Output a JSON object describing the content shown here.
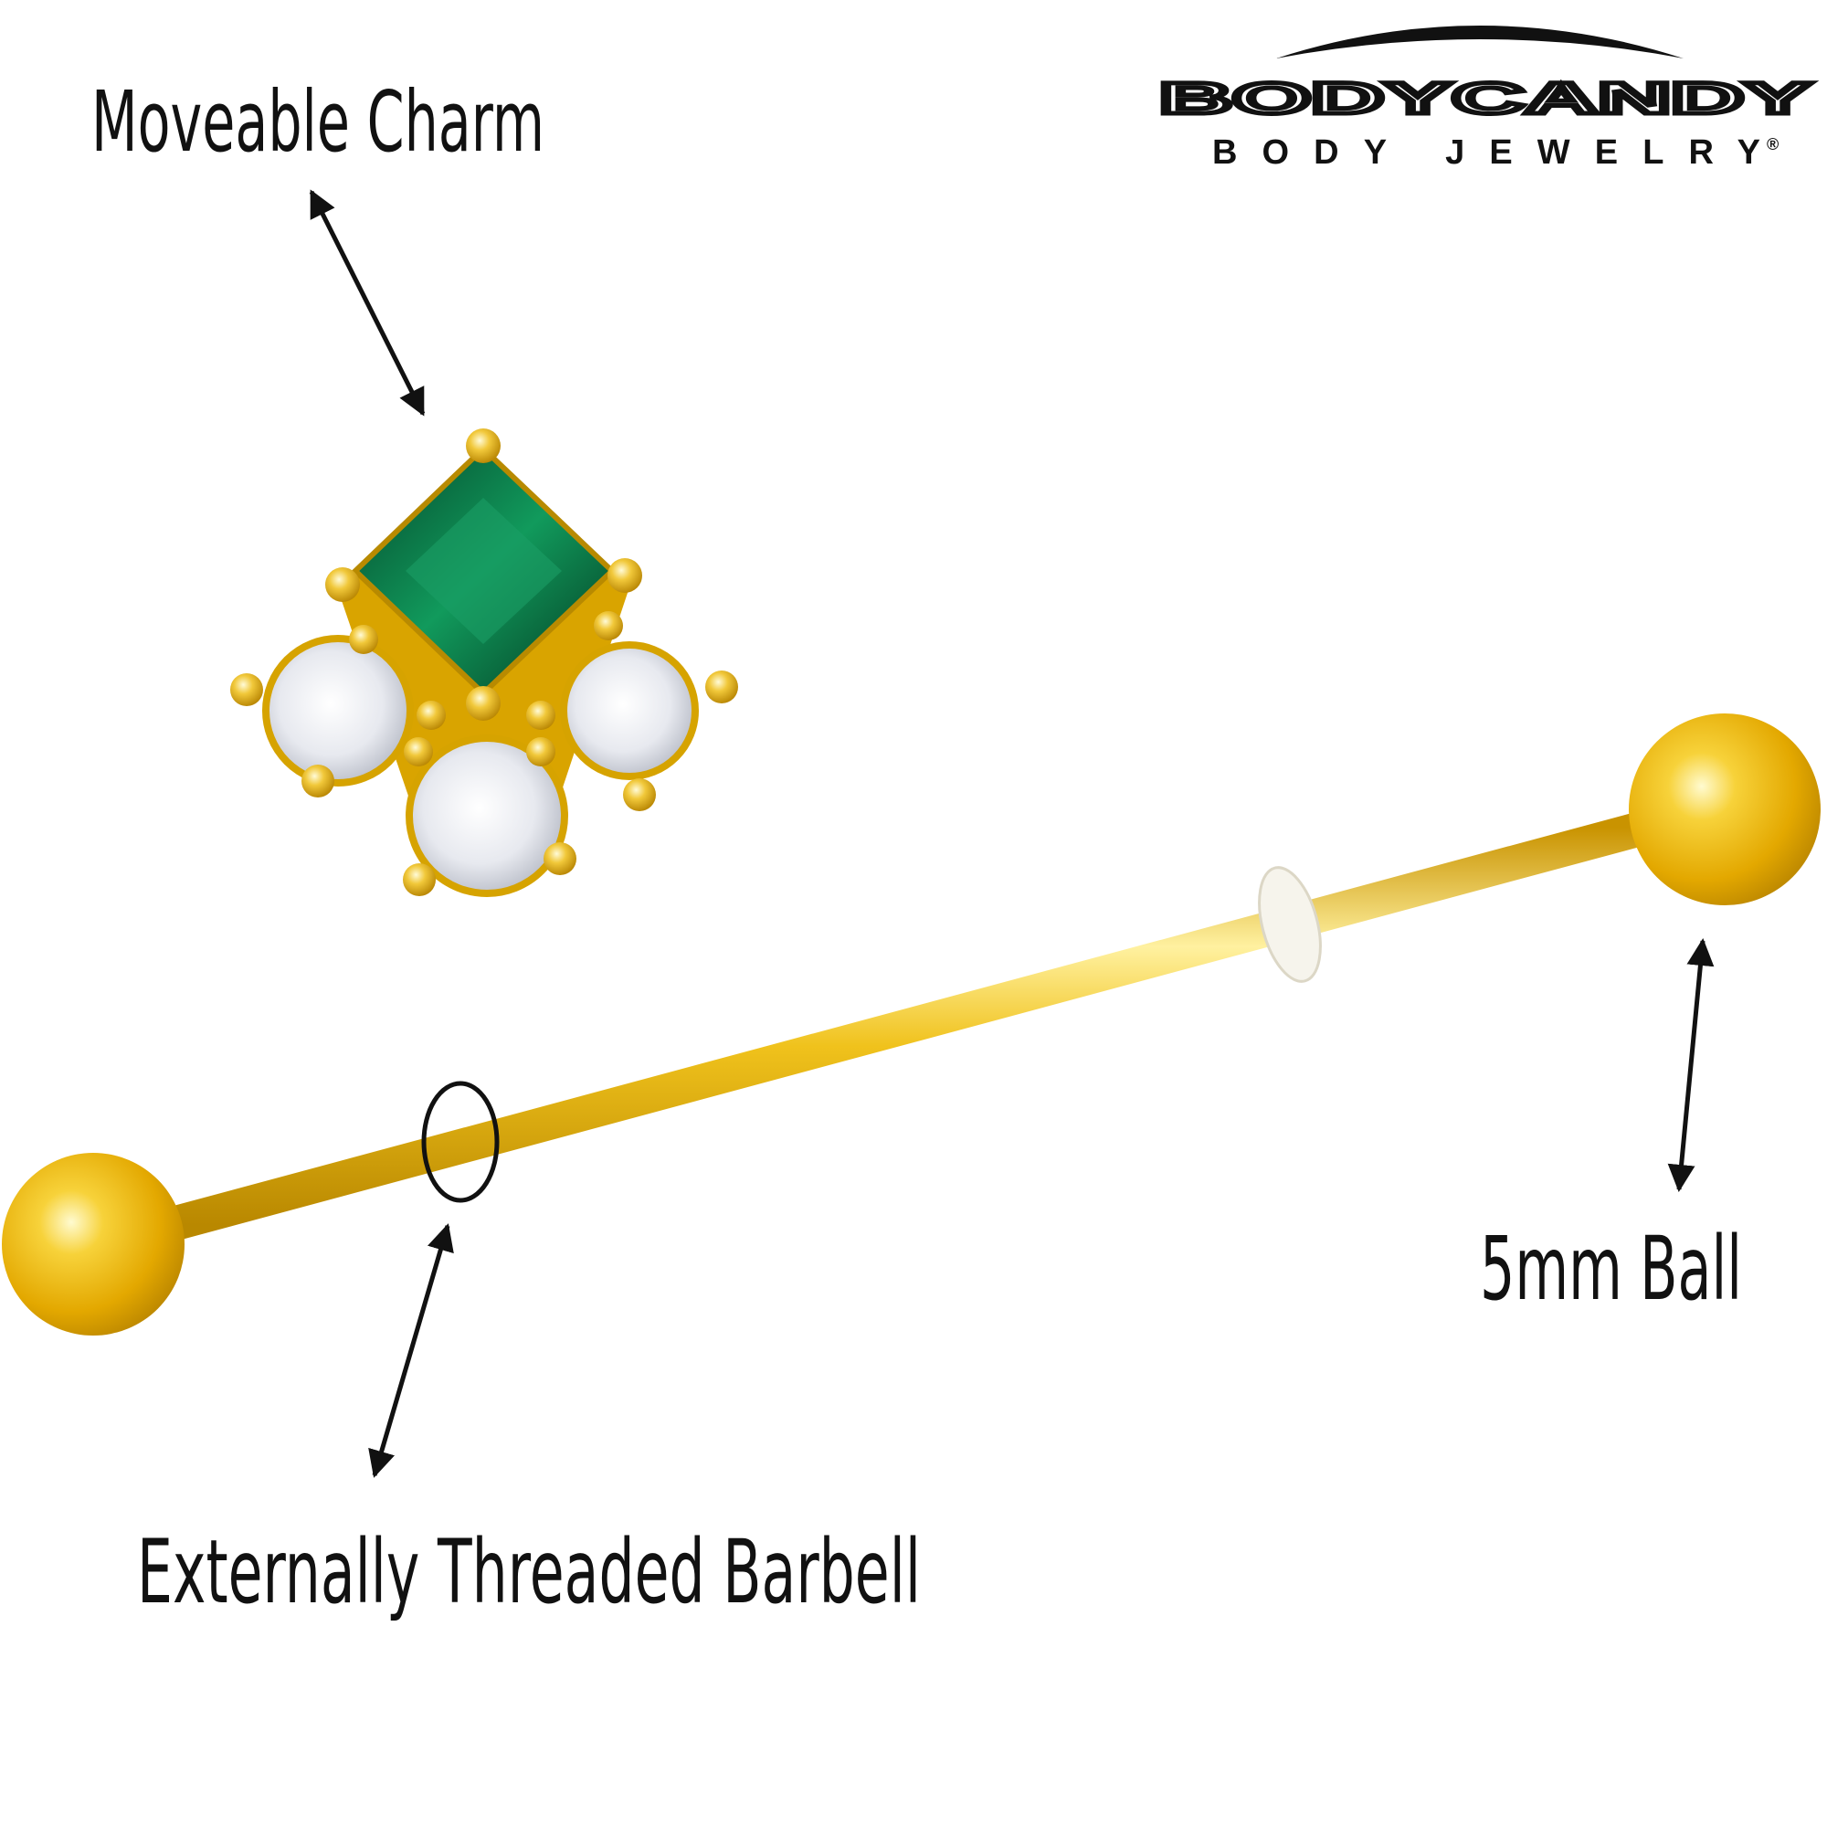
{
  "labels": {
    "charm": "Moveable Charm",
    "barbell": "Externally Threaded Barbell",
    "ball": "5mm Ball"
  },
  "logo": {
    "brand": "BODYCANDY",
    "tagline": "BODY JEWELRY",
    "registered": "®"
  },
  "colors": {
    "gold": "#e9b80e",
    "gold_light": "#fff3a0",
    "gold_dark": "#a87a00",
    "emerald": "#0b7a45",
    "emerald_dark": "#04452a",
    "crystal": "#eef0f5",
    "text": "#111111"
  },
  "icons": [
    "double-arrow-icon",
    "thread-marker-circle-icon",
    "logo-arc-icon"
  ]
}
